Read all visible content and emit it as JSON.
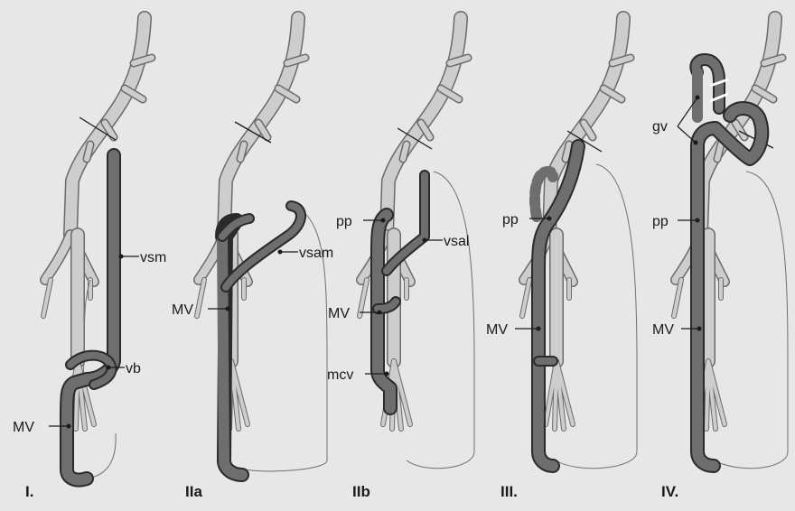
{
  "panels": [
    {
      "id": "I",
      "label": "I.",
      "annotations": [
        "MV",
        "vb",
        "vsm"
      ]
    },
    {
      "id": "IIa",
      "label": "IIa",
      "annotations": [
        "MV",
        "vsam"
      ]
    },
    {
      "id": "IIb",
      "label": "IIb",
      "annotations": [
        "pp",
        "MV",
        "mcv",
        "vsal"
      ]
    },
    {
      "id": "III",
      "label": "III.",
      "annotations": [
        "pp",
        "MV"
      ]
    },
    {
      "id": "IV",
      "label": "IV.",
      "annotations": [
        "gv",
        "pp",
        "MV"
      ]
    }
  ],
  "colors": {
    "background": "#e7e7e7",
    "duodenum_gray": "#cdcdcd",
    "vein_dark_gray": "#6e6e6e",
    "outline": "#2a2a2a"
  }
}
